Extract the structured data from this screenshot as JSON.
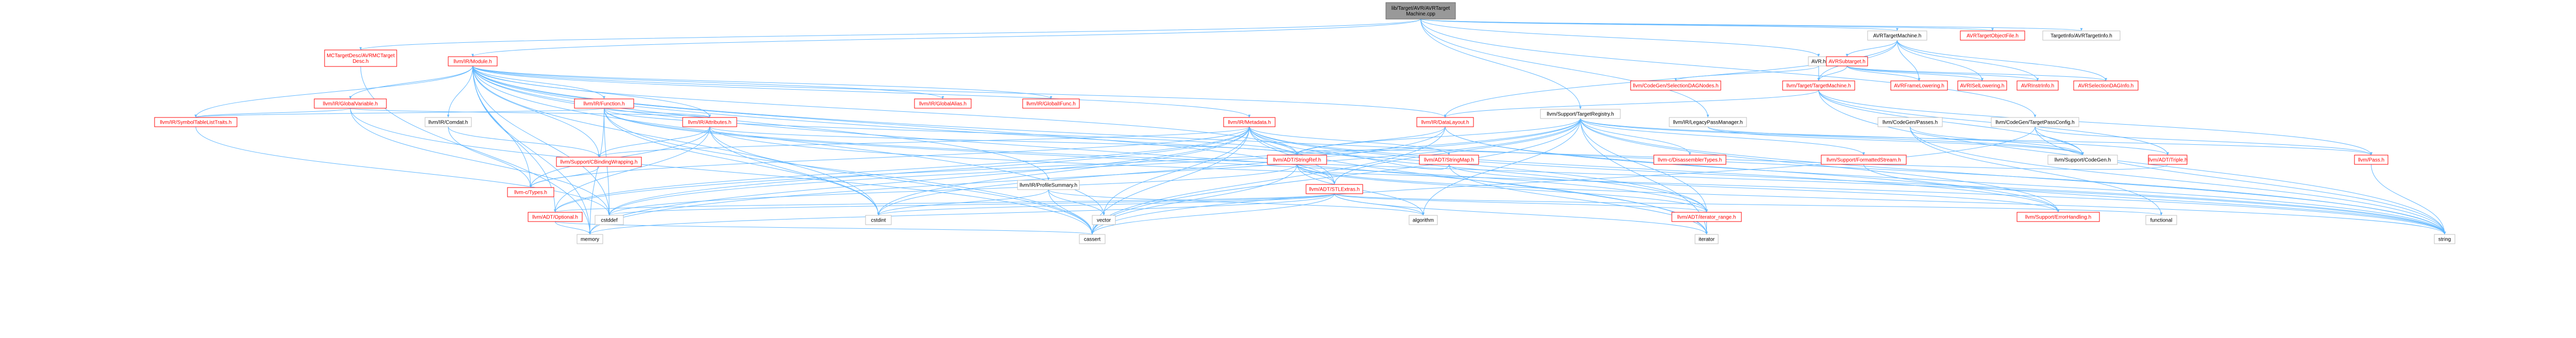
{
  "colors": {
    "edge": "#63b8ff",
    "root_fill": "#999999",
    "root_stroke": "#666666",
    "doc_stroke": "#ff0000",
    "plain_stroke": "#bfbfbf",
    "node_fill": "#ffffff",
    "text_red": "#ff0000",
    "text_black": "#000000"
  },
  "graph": {
    "nodes": [
      {
        "id": "root",
        "label": "lib/Target/AVR/AVRTarget\nMachine.cpp",
        "kind": "root"
      },
      {
        "id": "mctarget",
        "label": "MCTargetDesc/AVRMCTarget\nDesc.h",
        "kind": "doc"
      },
      {
        "id": "module",
        "label": "llvm/IR/Module.h",
        "kind": "doc"
      },
      {
        "id": "avrh",
        "label": "AVR.h",
        "kind": "plain"
      },
      {
        "id": "avrtm",
        "label": "AVRTargetMachine.h",
        "kind": "plain"
      },
      {
        "id": "avrtof",
        "label": "AVRTargetObjectFile.h",
        "kind": "doc"
      },
      {
        "id": "targetinfo",
        "label": "TargetInfo/AVRTargetInfo.h",
        "kind": "plain"
      },
      {
        "id": "avrsub",
        "label": "AVRSubtarget.h",
        "kind": "doc"
      },
      {
        "id": "codegensel",
        "label": "llvm/CodeGen/SelectionDAGNodes.h",
        "kind": "doc"
      },
      {
        "id": "targetmachine",
        "label": "llvm/Target/TargetMachine.h",
        "kind": "doc"
      },
      {
        "id": "framelow",
        "label": "AVRFrameLowering.h",
        "kind": "doc"
      },
      {
        "id": "isellow",
        "label": "AVRISelLowering.h",
        "kind": "doc"
      },
      {
        "id": "instrinfo",
        "label": "AVRInstrInfo.h",
        "kind": "doc"
      },
      {
        "id": "seldaginfo",
        "label": "AVRSelectionDAGInfo.h",
        "kind": "doc"
      },
      {
        "id": "globalvar",
        "label": "llvm/IR/GlobalVariable.h",
        "kind": "doc"
      },
      {
        "id": "function",
        "label": "llvm/IR/Function.h",
        "kind": "doc"
      },
      {
        "id": "globalalias",
        "label": "llvm/IR/GlobalAlias.h",
        "kind": "doc"
      },
      {
        "id": "globalifunc",
        "label": "llvm/IR/GlobalIFunc.h",
        "kind": "doc"
      },
      {
        "id": "metadata",
        "label": "llvm/IR/Metadata.h",
        "kind": "doc"
      },
      {
        "id": "datalayout",
        "label": "llvm/IR/DataLayout.h",
        "kind": "doc"
      },
      {
        "id": "legacypm",
        "label": "llvm/IR/LegacyPassManager.h",
        "kind": "plain"
      },
      {
        "id": "codegenpasses",
        "label": "llvm/CodeGen/Passes.h",
        "kind": "plain"
      },
      {
        "id": "tpc",
        "label": "llvm/CodeGen/TargetPassConfig.h",
        "kind": "plain"
      },
      {
        "id": "registry",
        "label": "llvm/Support/TargetRegistry.h",
        "kind": "plain"
      },
      {
        "id": "symtab",
        "label": "llvm/IR/SymbolTableListTraits.h",
        "kind": "doc"
      },
      {
        "id": "comdat",
        "label": "llvm/IR/Comdat.h",
        "kind": "plain"
      },
      {
        "id": "attributes",
        "label": "llvm/IR/Attributes.h",
        "kind": "doc"
      },
      {
        "id": "cbinding",
        "label": "llvm/Support/CBindingWrapping.h",
        "kind": "doc"
      },
      {
        "id": "ctypes",
        "label": "llvm-c/Types.h",
        "kind": "doc"
      },
      {
        "id": "stringref",
        "label": "llvm/ADT/StringRef.h",
        "kind": "doc"
      },
      {
        "id": "stringmap",
        "label": "llvm/ADT/StringMap.h",
        "kind": "doc"
      },
      {
        "id": "disasm",
        "label": "llvm-c/DisassemblerTypes.h",
        "kind": "doc"
      },
      {
        "id": "formatted",
        "label": "llvm/Support/FormattedStream.h",
        "kind": "doc"
      },
      {
        "id": "triple",
        "label": "llvm/ADT/Triple.h",
        "kind": "doc"
      },
      {
        "id": "pass",
        "label": "llvm/Pass.h",
        "kind": "doc"
      },
      {
        "id": "codegen",
        "label": "llvm/Support/CodeGen.h",
        "kind": "plain"
      },
      {
        "id": "profile",
        "label": "llvm/IR/ProfileSummary.h",
        "kind": "plain"
      },
      {
        "id": "stlextras",
        "label": "llvm/ADT/STLExtras.h",
        "kind": "doc"
      },
      {
        "id": "optional",
        "label": "llvm/ADT/Optional.h",
        "kind": "doc"
      },
      {
        "id": "iterrange",
        "label": "llvm/ADT/iterator_range.h",
        "kind": "doc"
      },
      {
        "id": "errorhandling",
        "label": "llvm/Support/ErrorHandling.h",
        "kind": "doc"
      },
      {
        "id": "cstddef",
        "label": "cstddef",
        "kind": "plain"
      },
      {
        "id": "cstdint",
        "label": "cstdint",
        "kind": "plain"
      },
      {
        "id": "vector",
        "label": "vector",
        "kind": "plain"
      },
      {
        "id": "algorithm",
        "label": "algorithm",
        "kind": "plain"
      },
      {
        "id": "functional",
        "label": "functional",
        "kind": "plain"
      },
      {
        "id": "memory",
        "label": "memory",
        "kind": "plain"
      },
      {
        "id": "cassert",
        "label": "cassert",
        "kind": "plain"
      },
      {
        "id": "iterator",
        "label": "iterator",
        "kind": "plain"
      },
      {
        "id": "string",
        "label": "string",
        "kind": "plain"
      }
    ],
    "edges": [
      [
        "root",
        "mctarget"
      ],
      [
        "root",
        "module"
      ],
      [
        "root",
        "avrh"
      ],
      [
        "root",
        "avrtm"
      ],
      [
        "root",
        "avrtof"
      ],
      [
        "root",
        "targetinfo"
      ],
      [
        "root",
        "legacypm"
      ],
      [
        "root",
        "registry"
      ],
      [
        "root",
        "tpc"
      ],
      [
        "mctarget",
        "memory"
      ],
      [
        "avrh",
        "codegensel"
      ],
      [
        "avrh",
        "targetmachine"
      ],
      [
        "avrtm",
        "avrsub"
      ],
      [
        "avrtm",
        "framelow"
      ],
      [
        "avrtm",
        "isellow"
      ],
      [
        "avrtm",
        "instrinfo"
      ],
      [
        "avrtm",
        "seldaginfo"
      ],
      [
        "avrtm",
        "targetmachine"
      ],
      [
        "avrtm",
        "datalayout"
      ],
      [
        "avrsub",
        "framelow"
      ],
      [
        "avrsub",
        "isellow"
      ],
      [
        "avrsub",
        "instrinfo"
      ],
      [
        "avrsub",
        "seldaginfo"
      ],
      [
        "avrsub",
        "targetmachine"
      ],
      [
        "targetmachine",
        "datalayout"
      ],
      [
        "targetmachine",
        "codegen"
      ],
      [
        "targetmachine",
        "pass"
      ],
      [
        "targetmachine",
        "triple"
      ],
      [
        "targetmachine",
        "string"
      ],
      [
        "module",
        "globalvar"
      ],
      [
        "module",
        "function"
      ],
      [
        "module",
        "globalalias"
      ],
      [
        "module",
        "globalifunc"
      ],
      [
        "module",
        "metadata"
      ],
      [
        "module",
        "datalayout"
      ],
      [
        "module",
        "symtab"
      ],
      [
        "module",
        "comdat"
      ],
      [
        "module",
        "attributes"
      ],
      [
        "module",
        "cbinding"
      ],
      [
        "module",
        "profile"
      ],
      [
        "module",
        "stringref"
      ],
      [
        "module",
        "stlextras"
      ],
      [
        "module",
        "optional"
      ],
      [
        "module",
        "iterrange"
      ],
      [
        "module",
        "cstddef"
      ],
      [
        "module",
        "cstdint"
      ],
      [
        "module",
        "memory"
      ],
      [
        "module",
        "vector"
      ],
      [
        "module",
        "iterator"
      ],
      [
        "module",
        "string"
      ],
      [
        "module",
        "ctypes"
      ],
      [
        "globalvar",
        "attributes"
      ],
      [
        "globalvar",
        "symtab"
      ],
      [
        "globalvar",
        "cassert"
      ],
      [
        "globalvar",
        "cstddef"
      ],
      [
        "function",
        "attributes"
      ],
      [
        "function",
        "symtab"
      ],
      [
        "function",
        "stringref"
      ],
      [
        "function",
        "iterrange"
      ],
      [
        "function",
        "cassert"
      ],
      [
        "function",
        "cstddef"
      ],
      [
        "function",
        "cstdint"
      ],
      [
        "function",
        "memory"
      ],
      [
        "function",
        "string"
      ],
      [
        "metadata",
        "stringref"
      ],
      [
        "metadata",
        "stringmap"
      ],
      [
        "metadata",
        "stlextras"
      ],
      [
        "metadata",
        "iterrange"
      ],
      [
        "metadata",
        "errorhandling"
      ],
      [
        "metadata",
        "cbinding"
      ],
      [
        "metadata",
        "ctypes"
      ],
      [
        "metadata",
        "cassert"
      ],
      [
        "metadata",
        "cstddef"
      ],
      [
        "metadata",
        "cstdint"
      ],
      [
        "metadata",
        "iterator"
      ],
      [
        "metadata",
        "memory"
      ],
      [
        "metadata",
        "string"
      ],
      [
        "metadata",
        "vector"
      ],
      [
        "metadata",
        "optional"
      ],
      [
        "datalayout",
        "stringref"
      ],
      [
        "datalayout",
        "errorhandling"
      ],
      [
        "datalayout",
        "cassert"
      ],
      [
        "datalayout",
        "cstdint"
      ],
      [
        "datalayout",
        "string"
      ],
      [
        "legacypm",
        "pass"
      ],
      [
        "legacypm",
        "codegen"
      ],
      [
        "codegenpasses",
        "codegen"
      ],
      [
        "codegenpasses",
        "functional"
      ],
      [
        "codegenpasses",
        "string"
      ],
      [
        "tpc",
        "pass"
      ],
      [
        "tpc",
        "codegen"
      ],
      [
        "tpc",
        "cassert"
      ],
      [
        "tpc",
        "string"
      ],
      [
        "registry",
        "disasm"
      ],
      [
        "registry",
        "formatted"
      ],
      [
        "registry",
        "triple"
      ],
      [
        "registry",
        "stringref"
      ],
      [
        "registry",
        "stlextras"
      ],
      [
        "registry",
        "iterrange"
      ],
      [
        "registry",
        "errorhandling"
      ],
      [
        "registry",
        "codegen"
      ],
      [
        "registry",
        "algorithm"
      ],
      [
        "registry",
        "cassert"
      ],
      [
        "registry",
        "cstddef"
      ],
      [
        "registry",
        "iterator"
      ],
      [
        "registry",
        "memory"
      ],
      [
        "registry",
        "string"
      ],
      [
        "registry",
        "optional"
      ],
      [
        "symtab",
        "cstddef"
      ],
      [
        "comdat",
        "cbinding"
      ],
      [
        "comdat",
        "ctypes"
      ],
      [
        "attributes",
        "stringref"
      ],
      [
        "attributes",
        "optional"
      ],
      [
        "attributes",
        "cbinding"
      ],
      [
        "attributes",
        "ctypes"
      ],
      [
        "attributes",
        "cassert"
      ],
      [
        "attributes",
        "cstdint"
      ],
      [
        "attributes",
        "string"
      ],
      [
        "cbinding",
        "ctypes"
      ],
      [
        "stringref",
        "stlextras"
      ],
      [
        "stringref",
        "iterrange"
      ],
      [
        "stringref",
        "algorithm"
      ],
      [
        "stringref",
        "cassert"
      ],
      [
        "stringref",
        "cstddef"
      ],
      [
        "stringref",
        "cstring_na"
      ],
      [
        "stringref",
        "string"
      ],
      [
        "stringmap",
        "stringref"
      ],
      [
        "stringmap",
        "iterator"
      ],
      [
        "stringmap",
        "errorhandling"
      ],
      [
        "triple",
        "stringref"
      ],
      [
        "pass",
        "string"
      ],
      [
        "profile",
        "algorithm"
      ],
      [
        "profile",
        "cassert"
      ],
      [
        "profile",
        "cstdint"
      ],
      [
        "profile",
        "vector"
      ],
      [
        "stlextras",
        "optional"
      ],
      [
        "stlextras",
        "iterrange"
      ],
      [
        "stlextras",
        "algorithm"
      ],
      [
        "stlextras",
        "cassert"
      ],
      [
        "stlextras",
        "cstddef"
      ],
      [
        "stlextras",
        "cstdint"
      ],
      [
        "stlextras",
        "functional"
      ],
      [
        "stlextras",
        "iterator"
      ],
      [
        "stlextras",
        "memory"
      ],
      [
        "optional",
        "cassert"
      ],
      [
        "optional",
        "memory"
      ],
      [
        "iterrange",
        "iterator"
      ],
      [
        "formatted",
        "string"
      ]
    ]
  }
}
